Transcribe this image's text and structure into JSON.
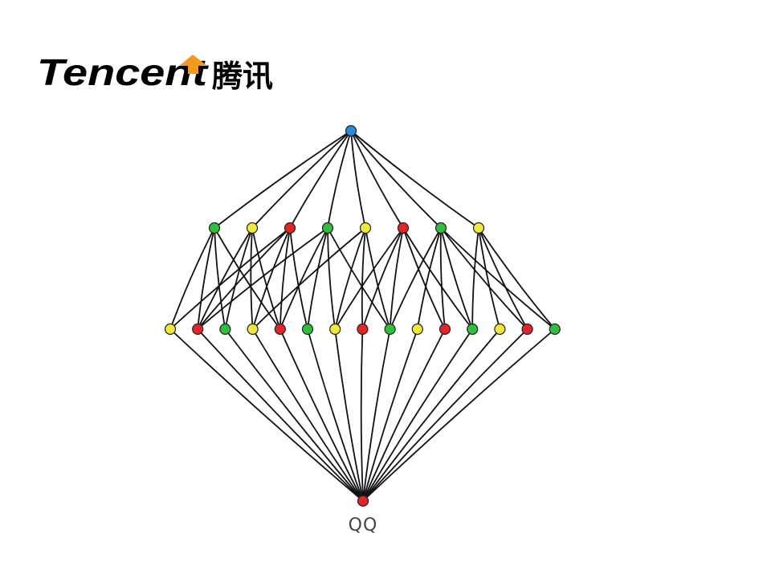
{
  "logo": {
    "brand_text": "Tencent",
    "chinese_text": "腾讯",
    "accent_color": "#f39a1e",
    "text_color": "#000000"
  },
  "diagram": {
    "colors": {
      "blue": "#2a8bdc",
      "green": "#2fbf3a",
      "yellow": "#f2e83c",
      "red": "#e42428",
      "edge": "#111111"
    },
    "root": {
      "color": "blue"
    },
    "middle": [
      "green",
      "yellow",
      "red",
      "green",
      "yellow",
      "red",
      "green",
      "yellow"
    ],
    "lower": [
      "yellow",
      "red",
      "green",
      "yellow",
      "red",
      "green",
      "yellow",
      "red",
      "green",
      "yellow",
      "red",
      "green",
      "yellow",
      "red",
      "green"
    ],
    "sink": {
      "color": "red",
      "label": "QQ"
    },
    "middle_to_lower_edges": [
      [
        0,
        0
      ],
      [
        0,
        1
      ],
      [
        0,
        2
      ],
      [
        0,
        4
      ],
      [
        1,
        1
      ],
      [
        1,
        2
      ],
      [
        1,
        3
      ],
      [
        1,
        4
      ],
      [
        2,
        0
      ],
      [
        2,
        1
      ],
      [
        2,
        3
      ],
      [
        2,
        4
      ],
      [
        2,
        5
      ],
      [
        3,
        1
      ],
      [
        3,
        4
      ],
      [
        3,
        5
      ],
      [
        3,
        6
      ],
      [
        3,
        8
      ],
      [
        4,
        3
      ],
      [
        4,
        6
      ],
      [
        4,
        7
      ],
      [
        4,
        8
      ],
      [
        5,
        6
      ],
      [
        5,
        7
      ],
      [
        5,
        8
      ],
      [
        5,
        10
      ],
      [
        5,
        11
      ],
      [
        6,
        8
      ],
      [
        6,
        9
      ],
      [
        6,
        10
      ],
      [
        6,
        11
      ],
      [
        6,
        13
      ],
      [
        6,
        14
      ],
      [
        7,
        11
      ],
      [
        7,
        12
      ],
      [
        7,
        13
      ],
      [
        7,
        14
      ]
    ]
  }
}
